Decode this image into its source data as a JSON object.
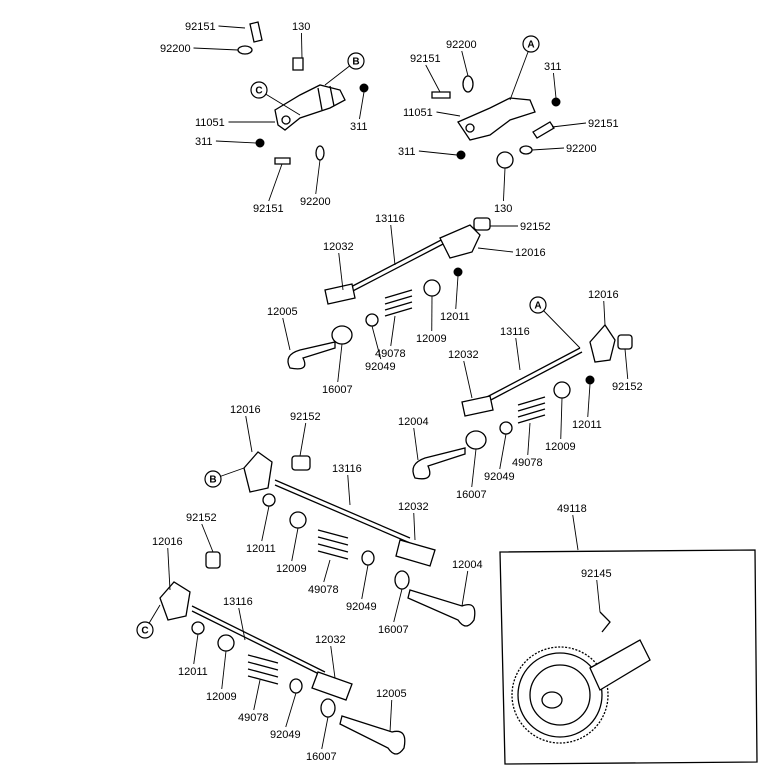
{
  "part_labels": [
    {
      "id": "l01",
      "text": "92151"
    },
    {
      "id": "l02",
      "text": "130"
    },
    {
      "id": "l03",
      "text": "92200"
    },
    {
      "id": "l04",
      "text": "11051"
    },
    {
      "id": "l05",
      "text": "311"
    },
    {
      "id": "l06",
      "text": "311"
    },
    {
      "id": "l07",
      "text": "92151"
    },
    {
      "id": "l08",
      "text": "92200"
    },
    {
      "id": "l09",
      "text": "92200"
    },
    {
      "id": "l10",
      "text": "92151"
    },
    {
      "id": "l11",
      "text": "311"
    },
    {
      "id": "l12",
      "text": "11051"
    },
    {
      "id": "l13",
      "text": "92151"
    },
    {
      "id": "l14",
      "text": "311"
    },
    {
      "id": "l15",
      "text": "92200"
    },
    {
      "id": "l16",
      "text": "130"
    },
    {
      "id": "l17",
      "text": "13116"
    },
    {
      "id": "l18",
      "text": "92152"
    },
    {
      "id": "l19",
      "text": "12032"
    },
    {
      "id": "l20",
      "text": "12016"
    },
    {
      "id": "l21",
      "text": "12005"
    },
    {
      "id": "l22",
      "text": "12011"
    },
    {
      "id": "l23",
      "text": "12009"
    },
    {
      "id": "l24",
      "text": "92049"
    },
    {
      "id": "l25",
      "text": "49078"
    },
    {
      "id": "l26",
      "text": "16007"
    },
    {
      "id": "l27",
      "text": "12016"
    },
    {
      "id": "l28",
      "text": "13116"
    },
    {
      "id": "l29",
      "text": "12032"
    },
    {
      "id": "l30",
      "text": "92152"
    },
    {
      "id": "l31",
      "text": "12004"
    },
    {
      "id": "l32",
      "text": "12011"
    },
    {
      "id": "l33",
      "text": "12009"
    },
    {
      "id": "l34",
      "text": "49078"
    },
    {
      "id": "l35",
      "text": "92049"
    },
    {
      "id": "l36",
      "text": "16007"
    },
    {
      "id": "l37",
      "text": "12016"
    },
    {
      "id": "l38",
      "text": "92152"
    },
    {
      "id": "l39",
      "text": "13116"
    },
    {
      "id": "l40",
      "text": "12032"
    },
    {
      "id": "l41",
      "text": "12011"
    },
    {
      "id": "l42",
      "text": "12009"
    },
    {
      "id": "l43",
      "text": "49078"
    },
    {
      "id": "l44",
      "text": "92049"
    },
    {
      "id": "l45",
      "text": "12004"
    },
    {
      "id": "l46",
      "text": "16007"
    },
    {
      "id": "l47",
      "text": "92152"
    },
    {
      "id": "l48",
      "text": "12016"
    },
    {
      "id": "l49",
      "text": "13116"
    },
    {
      "id": "l50",
      "text": "12032"
    },
    {
      "id": "l51",
      "text": "12011"
    },
    {
      "id": "l52",
      "text": "12009"
    },
    {
      "id": "l53",
      "text": "49078"
    },
    {
      "id": "l54",
      "text": "92049"
    },
    {
      "id": "l55",
      "text": "12005"
    },
    {
      "id": "l56",
      "text": "16007"
    },
    {
      "id": "l57",
      "text": "49118"
    },
    {
      "id": "l58",
      "text": "92145"
    }
  ],
  "reference_markers": [
    {
      "id": "r1",
      "text": "B"
    },
    {
      "id": "r2",
      "text": "C"
    },
    {
      "id": "r3",
      "text": "A"
    },
    {
      "id": "r4",
      "text": "A"
    },
    {
      "id": "r5",
      "text": "B"
    },
    {
      "id": "r6",
      "text": "C"
    }
  ]
}
